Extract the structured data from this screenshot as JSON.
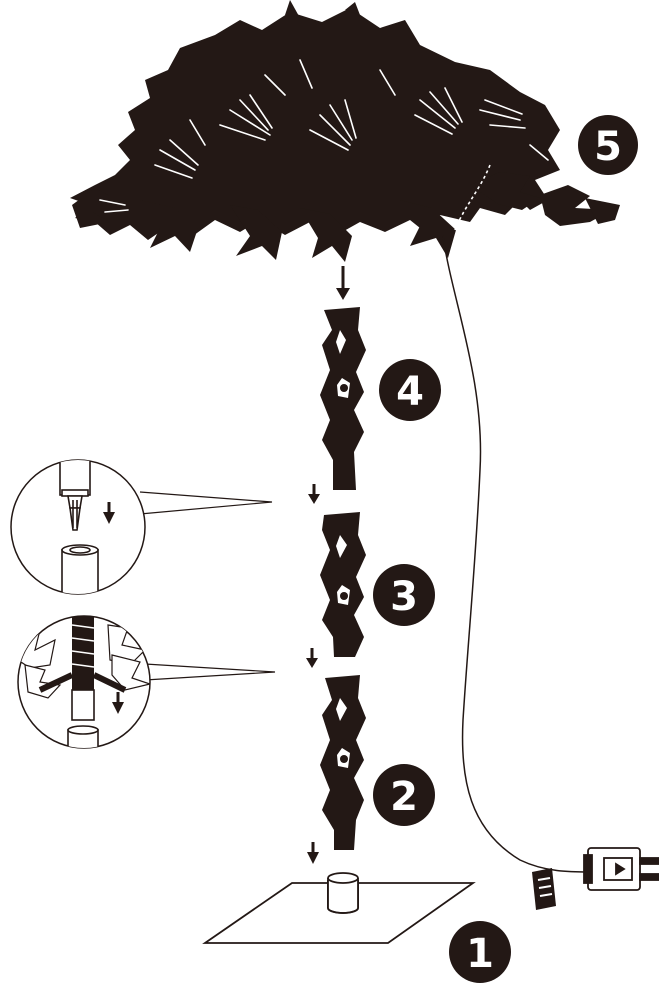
{
  "diagram": {
    "ink_color": "#231815",
    "background": "#ffffff",
    "steps": [
      {
        "number": "1",
        "part": "base-stand"
      },
      {
        "number": "2",
        "part": "bottom-trunk-section"
      },
      {
        "number": "3",
        "part": "middle-trunk-section"
      },
      {
        "number": "4",
        "part": "upper-trunk-section"
      },
      {
        "number": "5",
        "part": "canopy-with-power-cord"
      }
    ],
    "icons": [
      "down-arrow-icon",
      "plug-icon"
    ]
  }
}
